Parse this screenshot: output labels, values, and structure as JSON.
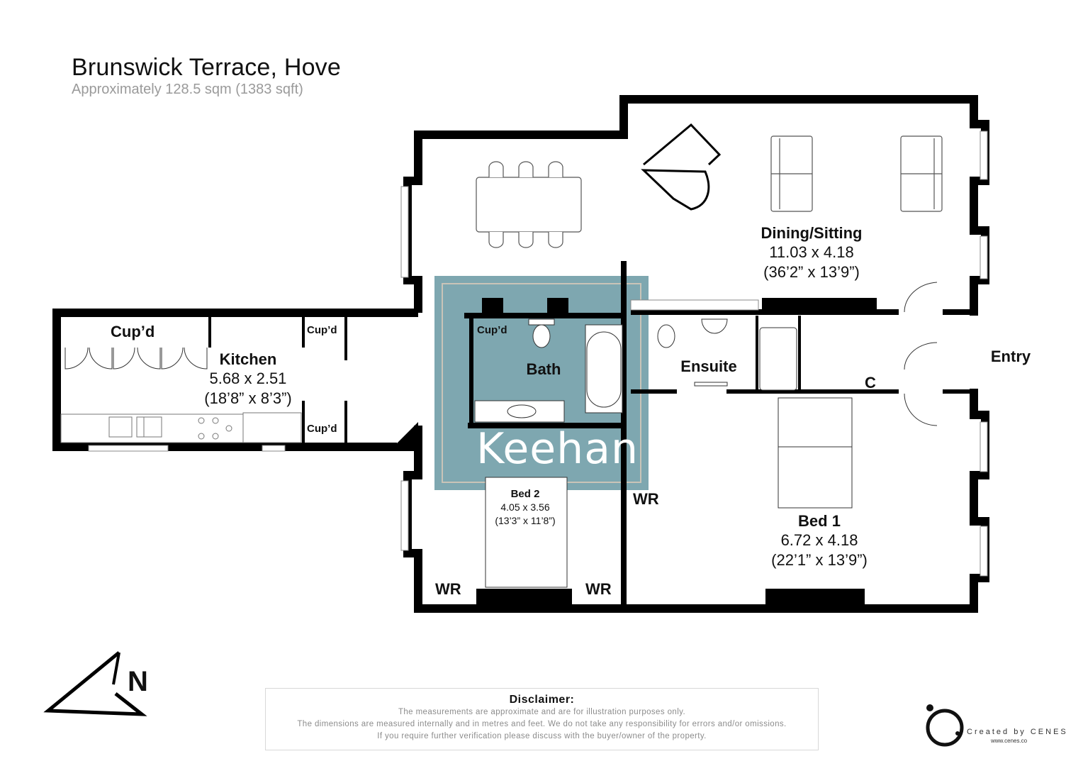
{
  "header": {
    "title": "Brunswick Terrace, Hove",
    "subtitle": "Approximately 128.5 sqm (1383 sqft)"
  },
  "rooms": {
    "dining_sitting": {
      "name": "Dining/Sitting",
      "metric": "11.03 x 4.18",
      "imperial": "(36’2” x 13’9”)"
    },
    "kitchen": {
      "name": "Kitchen",
      "metric": "5.68 x 2.51",
      "imperial": "(18’8” x 8’3”)"
    },
    "bath": {
      "name": "Bath"
    },
    "ensuite": {
      "name": "Ensuite"
    },
    "entry": {
      "name": "Entry"
    },
    "bed1": {
      "name": "Bed 1",
      "metric": "6.72 x 4.18",
      "imperial": "(22’1” x 13’9”)"
    },
    "bed2": {
      "name": "Bed 2",
      "metric": "4.05 x 3.56",
      "imperial": "(13’3” x 11’8”)"
    }
  },
  "tags": {
    "cupd_large": "Cup’d",
    "cupd_kitchen_top": "Cup’d",
    "cupd_kitchen_bottom": "Cup’d",
    "cupd_bath": "Cup’d",
    "cupboard_c": "C",
    "wr_hall": "WR",
    "wr_bed2_left": "WR",
    "wr_bed2_right": "WR"
  },
  "watermark": "Keehan",
  "colors": {
    "wall": "#000000",
    "highlight": "#7ea7b0",
    "highlight_border": "#c9c4b8",
    "subtitle": "#9a9a9a"
  },
  "compass": {
    "label": "N"
  },
  "disclaimer": {
    "heading": "Disclaimer:",
    "lines": [
      "The measurements are approximate and are for illustration purposes only.",
      "The dimensions are measured internally and in metres and feet. We do not take any responsibility for errors and/or omissions.",
      "If you require further verification please discuss with the buyer/owner of the property."
    ]
  },
  "credit": {
    "text": "Created by CENES",
    "url": "www.cenes.co"
  }
}
